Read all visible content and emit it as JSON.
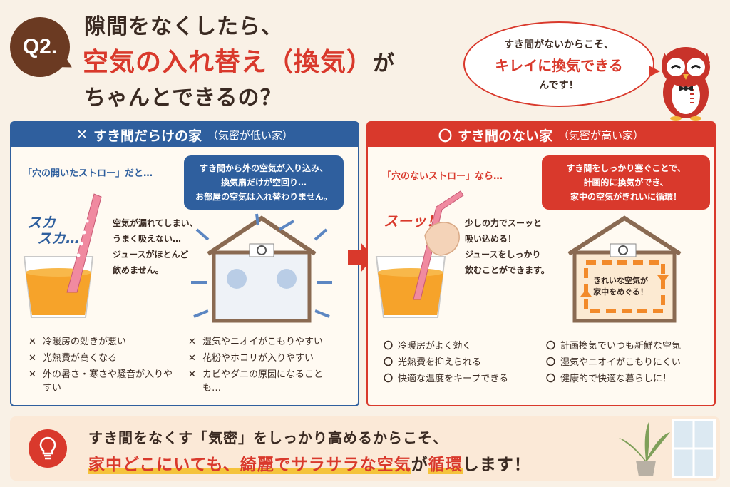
{
  "header": {
    "badge": "Q2.",
    "title_line1": "隙間をなくしたら、",
    "title_line2_red": "空気の入れ替え（換気）",
    "title_line2_tail": "が",
    "title_line3": "ちゃんとできるの？"
  },
  "speech": {
    "line1": "すき間がないからこそ、",
    "line2": "キレイに換気できる",
    "line3": "んです！"
  },
  "left_panel": {
    "heading": "すき間だらけの家",
    "heading_sub": "（気密が低い家）",
    "heading_mark": "✕",
    "straw_label": "「穴の開いたストロー」だと…",
    "onomatopoeia_1": "スカ",
    "onomatopoeia_2": "スカ…",
    "desc": [
      "空気が漏れてしまい、",
      "うまく吸えない…",
      "ジュースがほとんど",
      "飲めません。"
    ],
    "callout": [
      "すき間から外の空気が入り込み、",
      "換気扇だけが空回り…",
      "お部屋の空気は入れ替わりません。"
    ],
    "list": [
      "冷暖房の効きが悪い",
      "湿気やニオイがこもりやすい",
      "光熱費が高くなる",
      "花粉やホコリが入りやすい",
      "外の暑さ・寒さや騒音が入りやすい",
      "カビやダニの原因になることも…"
    ],
    "list_mark": "✕"
  },
  "right_panel": {
    "heading": "すき間のない家",
    "heading_sub": "（気密が高い家）",
    "heading_mark": "〇",
    "straw_label": "「穴のないストロー」なら…",
    "onomatopoeia": "スーッ！",
    "desc": [
      "少しの力でスーッと",
      "吸い込める！",
      "ジュースをしっかり",
      "飲むことができます。"
    ],
    "callout": [
      "すき間をしっかり塞ぐことで、",
      "計画的に換気ができ、",
      "家中の空気がきれいに循環！"
    ],
    "house_label": [
      "きれいな空気が",
      "家中をめぐる！"
    ],
    "list": [
      "冷暖房がよく効く",
      "計画換気でいつも新鮮な空気",
      "光熱費を抑えられる",
      "湿気やニオイがこもりにくい",
      "快適な温度をキープできる",
      "健康的で快適な暮らしに！"
    ],
    "list_mark": "〇"
  },
  "bottom": {
    "line1": "すき間をなくす「気密」をしっかり高めるからこそ、",
    "line2_a": "家中どこにいても、",
    "line2_b": "綺麗でサラサラな空気",
    "line2_c": "が",
    "line2_d": "循環",
    "line2_e": "します！"
  },
  "colors": {
    "blue": "#2f5f9e",
    "red": "#d9392c",
    "brown": "#6b3a22",
    "cream": "#f9f1e6"
  }
}
